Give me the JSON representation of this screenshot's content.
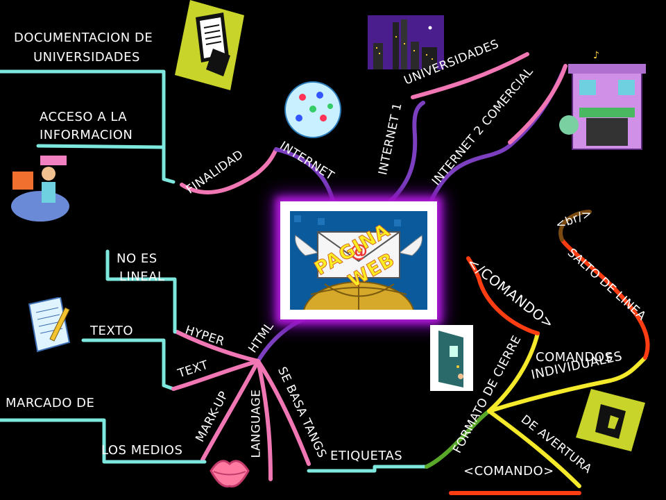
{
  "center": {
    "title_line1": "PAGINA",
    "title_line2": "WEB"
  },
  "branches": {
    "internet": "INTERNET",
    "finalidad": "FINALIDAD",
    "documentacion": [
      "DOCUMENTACION DE",
      "UNIVERSIDADES"
    ],
    "acceso": [
      "ACCESO A  LA",
      "INFORMACION"
    ],
    "internet1": "INTERNET 1",
    "universidades": "UNIVERSIDADES",
    "internet2": "INTERNET 2 COMERCIAL",
    "html": "HTML",
    "hyper": "HYPER",
    "text": "TEXT",
    "no_es_lineal": [
      "NO ES",
      "LINEAL"
    ],
    "texto": "TEXTO",
    "markup": "MARK-UP",
    "language": "LANGUAGE",
    "marcado": "MARCADO DE",
    "los_medios": "LOS MEDIOS",
    "se_basa": "SE BASA TANGS",
    "etiquetas": "ETIQUETAS",
    "formato": "FORMATO  DE CIERRE",
    "cierre_cmd": "</COMANDO>",
    "comandos": [
      "COMANDOS",
      "INDIVIDUALES"
    ],
    "salto": "SALTO DE LINEA",
    "br": "<br/>",
    "apertura": "DE AVERTURA",
    "apertura_cmd": "<COMANDO>"
  },
  "colors": {
    "cyan": "#7ee8de",
    "pink": "#f077b4",
    "purple": "#7b3fbf",
    "red": "#ff3d12",
    "yellow": "#f4e92a",
    "green": "#5aa82a",
    "brown": "#7a4a10"
  }
}
